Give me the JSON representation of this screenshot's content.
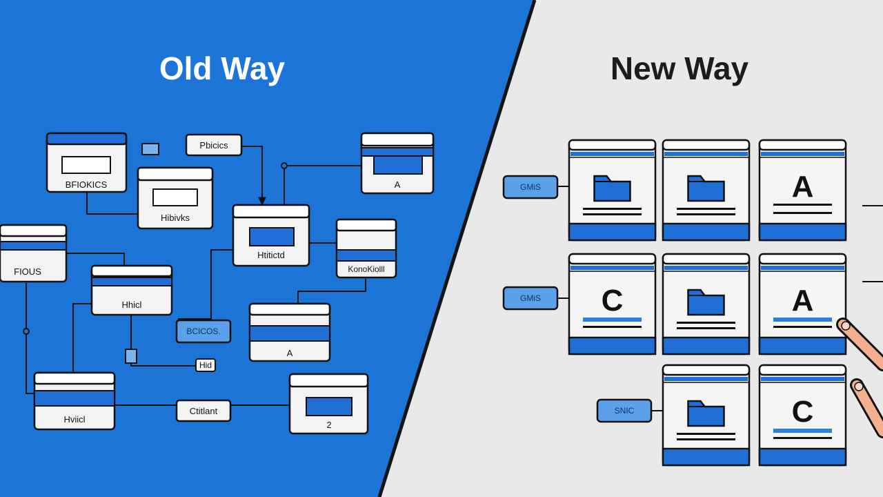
{
  "colors": {
    "old_bg": "#1b74d6",
    "new_bg": "#e9e9e9",
    "accent": "#1f6fd6",
    "outline": "#1c1c1c",
    "tag_fill": "#5aa1ea",
    "skin": "#f2b08e"
  },
  "old_way": {
    "title": "Old Way",
    "boxes": [
      {
        "label": "BFIOKICS"
      },
      {
        "label": "Hibivks"
      },
      {
        "label": "FIOUS"
      },
      {
        "label": "Hhicl"
      },
      {
        "label": "Hviicl"
      },
      {
        "label": "Htitictd"
      },
      {
        "label": "A"
      },
      {
        "label": "KonoKiolll"
      },
      {
        "label": "A"
      },
      {
        "label": "2"
      }
    ],
    "tags": [
      {
        "label": "Pbicics"
      },
      {
        "label": "BCICOS."
      },
      {
        "label": "Ctitlant"
      },
      {
        "label": "Hid"
      }
    ]
  },
  "new_way": {
    "title": "New Way",
    "row_tags": [
      "GMiS",
      "GMiS",
      "SNIC"
    ],
    "cells": [
      {
        "content": "folder-icon"
      },
      {
        "content": "folder-icon"
      },
      {
        "content": "A"
      },
      {
        "content": "C"
      },
      {
        "content": "folder-icon"
      },
      {
        "content": "A"
      },
      {
        "content": "folder-icon"
      },
      {
        "content": "C"
      }
    ]
  }
}
